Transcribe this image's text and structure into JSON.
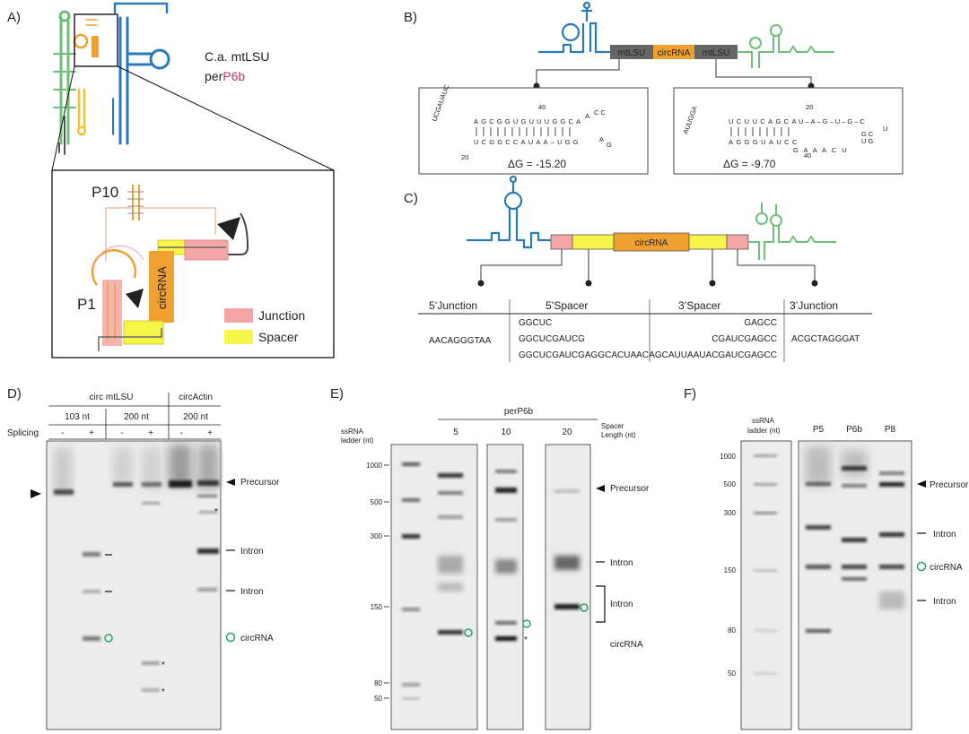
{
  "colors": {
    "blue": "#2a7ab8",
    "green": "#6dbf7a",
    "orange": "#f0a030",
    "junction": "#f4a6a6",
    "spacer": "#f7f44a",
    "magenta": "#c8336b",
    "gray": "#777777",
    "circ": "#2aa36b"
  },
  "panelA": {
    "letter": "A)",
    "species": "C.a. mtLSU",
    "construct_prefix": "per",
    "construct_highlight": "P6b",
    "p10": "P10",
    "p1": "P1",
    "circrna": "circRNA",
    "legend_junction": "Junction",
    "legend_spacer": "Spacer"
  },
  "panelB": {
    "letter": "B)",
    "mtlsu_left": "mtLSU",
    "circrna": "circRNA",
    "mtlsu_right": "mtLSU",
    "dg_left": "ΔG = -15.20",
    "dg_right": "ΔG = -9.70",
    "left_top": "AGCGGUGUUUGGCA",
    "left_bot": "UCGGCCAUAA–UGG",
    "left_loop": "UCGAUAUC",
    "left_tick1": "40",
    "left_tick2": "20",
    "right_top": "UCUUCAGCA",
    "right_bot": "AGGGUAUCC",
    "right_loop": "AUUGGA",
    "right_tick1": "20",
    "right_tick2": "40"
  },
  "panelC": {
    "letter": "C)",
    "circrna": "circRNA",
    "headers": [
      "5’Junction",
      "5’Spacer",
      "3’Spacer",
      "3’Junction"
    ],
    "junction5": "AACAGGGTAA",
    "spacer5": [
      "GGCUC",
      "GGCUCGAUCG",
      "GGCUCGAUCGAGGCACUAAC"
    ],
    "spacer3": [
      "GAGCC",
      "CGAUCGAGCC",
      "AGCAUUAAUACGAUCGAGCC"
    ],
    "junction3": "ACGCTAGGGAT"
  },
  "panelD": {
    "letter": "D)",
    "group1": "circ mtLSU",
    "group2": "circActin",
    "sizes": [
      "103 nt",
      "200 nt",
      "200 nt"
    ],
    "splicing": "Splicing",
    "lanes": [
      "-",
      "+",
      "-",
      "+",
      "-",
      "+"
    ],
    "labels": {
      "precursor": "Precursor",
      "intron1": "Intron",
      "intron2": "Intron",
      "circrna": "circRNA",
      "star": "*"
    }
  },
  "panelE": {
    "letter": "E)",
    "ladder_title": "ssRNA\nladder (nt)",
    "construct": "perP6b",
    "lengths": [
      "5",
      "10",
      "20"
    ],
    "spacer_title": "Spacer\nLength (nt)",
    "ladder": [
      "1000",
      "500",
      "300",
      "150",
      "80",
      "50"
    ],
    "labels": {
      "precursor": "Precursor",
      "intron1": "Intron",
      "intron2": "Intron",
      "circrna": "circRNA",
      "star": "*"
    }
  },
  "panelF": {
    "letter": "F)",
    "ladder_title": "ssRNA\nladder (nt)",
    "lanes": [
      "P5",
      "P6b",
      "P8"
    ],
    "ladder": [
      "1000",
      "500",
      "300",
      "150",
      "80",
      "50"
    ],
    "labels": {
      "precursor": "Precursor",
      "intron1": "Intron",
      "circrna": "circRNA",
      "intron2": "Intron"
    }
  }
}
